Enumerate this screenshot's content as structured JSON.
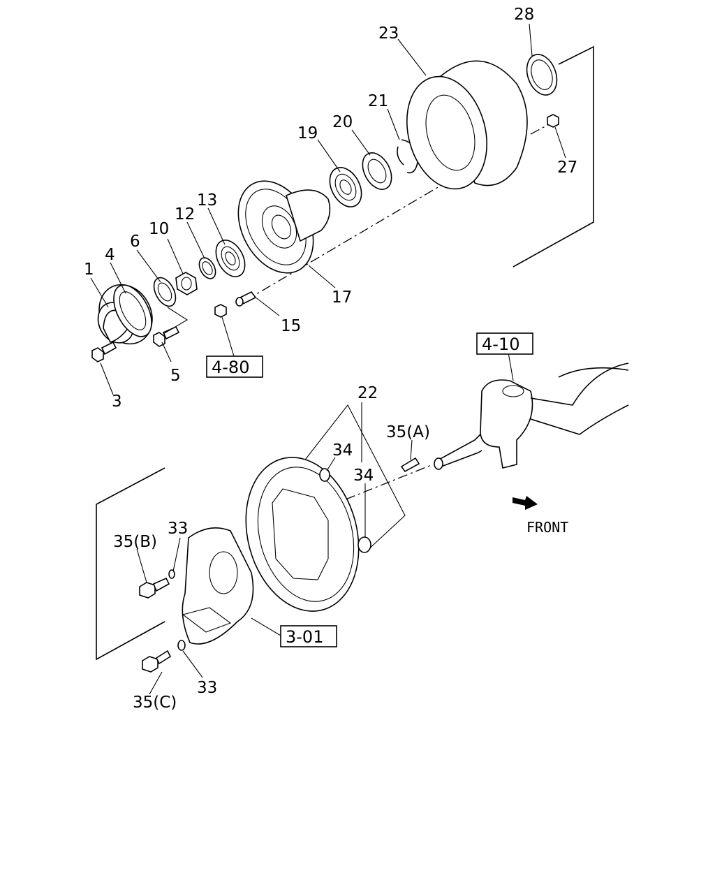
{
  "callouts": {
    "c1": "1",
    "c3": "3",
    "c4": "4",
    "c5": "5",
    "c6": "6",
    "c10": "10",
    "c12": "12",
    "c13": "13",
    "c15": "15",
    "c17": "17",
    "c19": "19",
    "c20": "20",
    "c21": "21",
    "c22": "22",
    "c23": "23",
    "c27": "27",
    "c28": "28",
    "c33a": "33",
    "c33b": "33",
    "c34a": "34",
    "c34b": "34",
    "c35a": "35(A)",
    "c35b": "35(B)",
    "c35c": "35(C)"
  },
  "references": {
    "r480": "4-80",
    "r410": "4-10",
    "r301": "3-01"
  },
  "front_label": "FRONT",
  "front_arrow_icon": "arrow-right-icon"
}
